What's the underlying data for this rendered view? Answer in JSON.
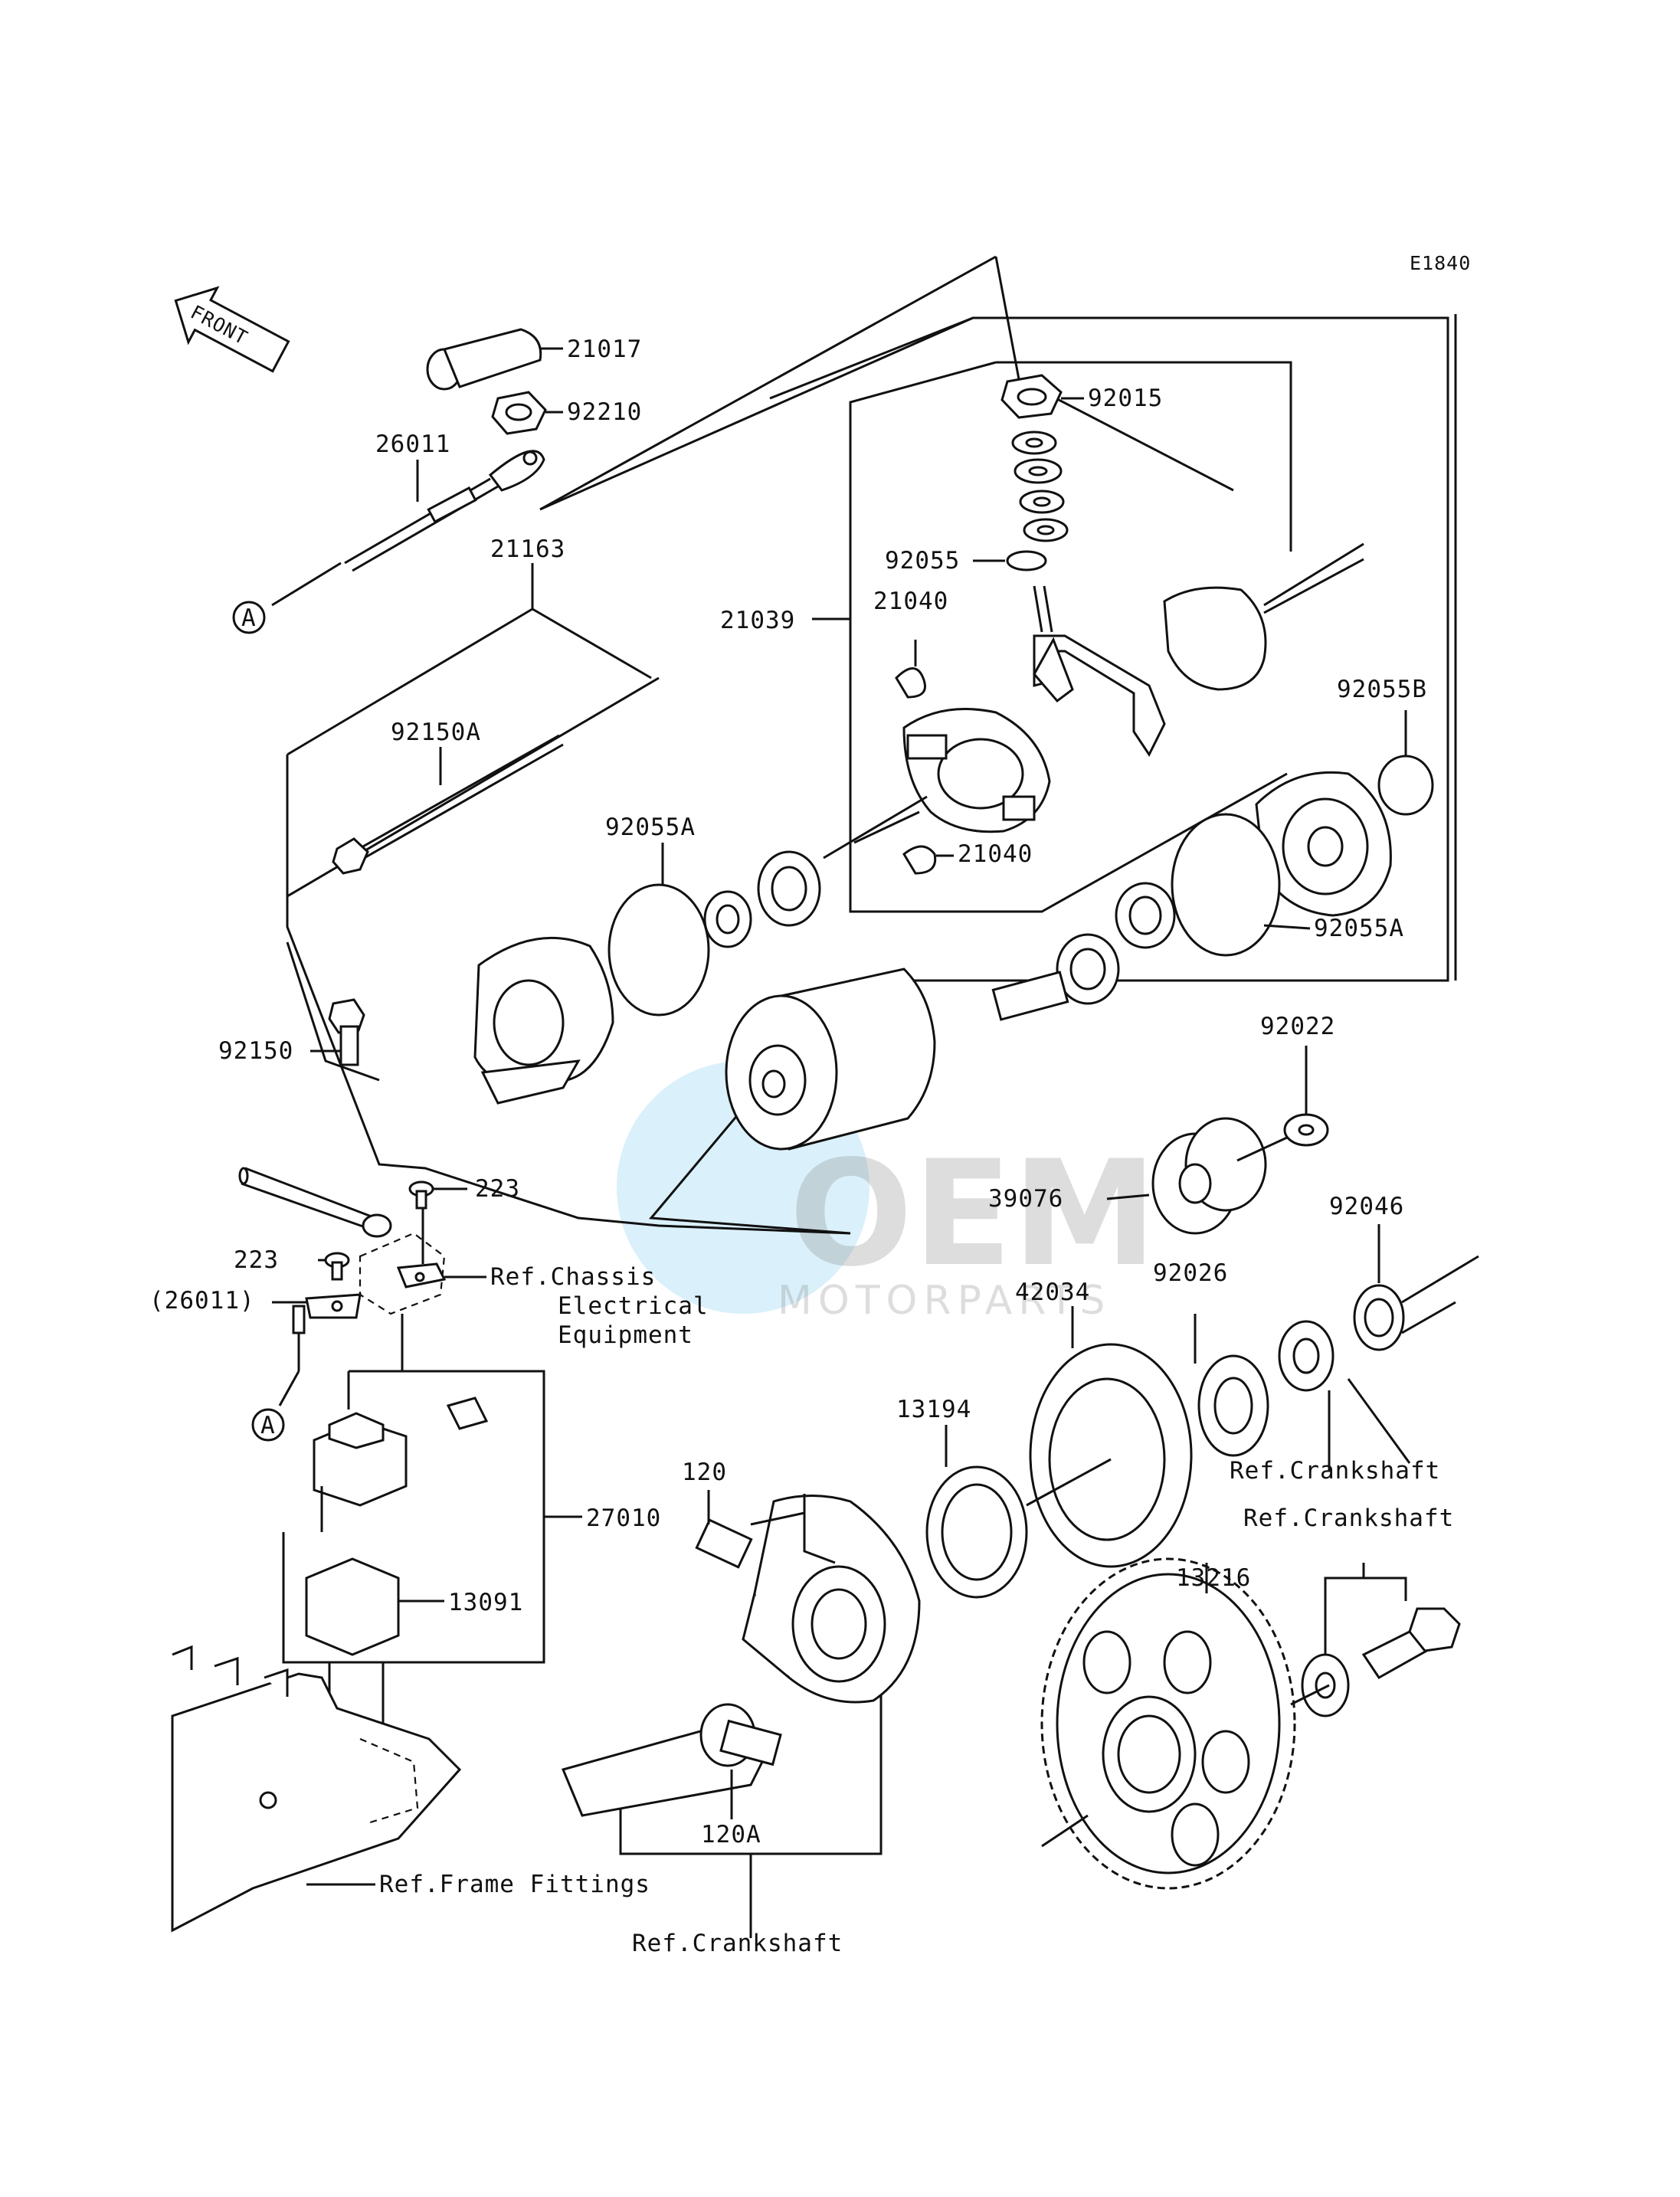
{
  "diagram_code": "E1840",
  "front_marker": "FRONT",
  "connector_ref": "A",
  "watermark": {
    "brand": "OEM",
    "sub": "MOTORPARTS"
  },
  "callouts": {
    "p21017": "21017",
    "p92210": "92210",
    "p26011": "26011",
    "p21163": "21163",
    "p92015": "92015",
    "p92055": "92055",
    "p21039": "21039",
    "p21040a": "21040",
    "p21040b": "21040",
    "p92055B": "92055B",
    "p92150A": "92150A",
    "p92055A_a": "92055A",
    "p92055A_b": "92055A",
    "p92150": "92150",
    "p92022": "92022",
    "p223a": "223",
    "p223b": "223",
    "p26011b": "(26011)",
    "p39076": "39076",
    "p92046": "92046",
    "p42034": "42034",
    "p92026": "92026",
    "p13194": "13194",
    "p120": "120",
    "p27010": "27010",
    "p13091": "13091",
    "p13216": "13216",
    "p120A": "120A"
  },
  "references": {
    "chassis_line1": "Ref.Chassis",
    "chassis_line2": "Electrical",
    "chassis_line3": "Equipment",
    "crankshaft_a": "Ref.Crankshaft",
    "crankshaft_b": "Ref.Crankshaft",
    "crankshaft_c": "Ref.Crankshaft",
    "frame_fittings": "Ref.Frame Fittings"
  }
}
